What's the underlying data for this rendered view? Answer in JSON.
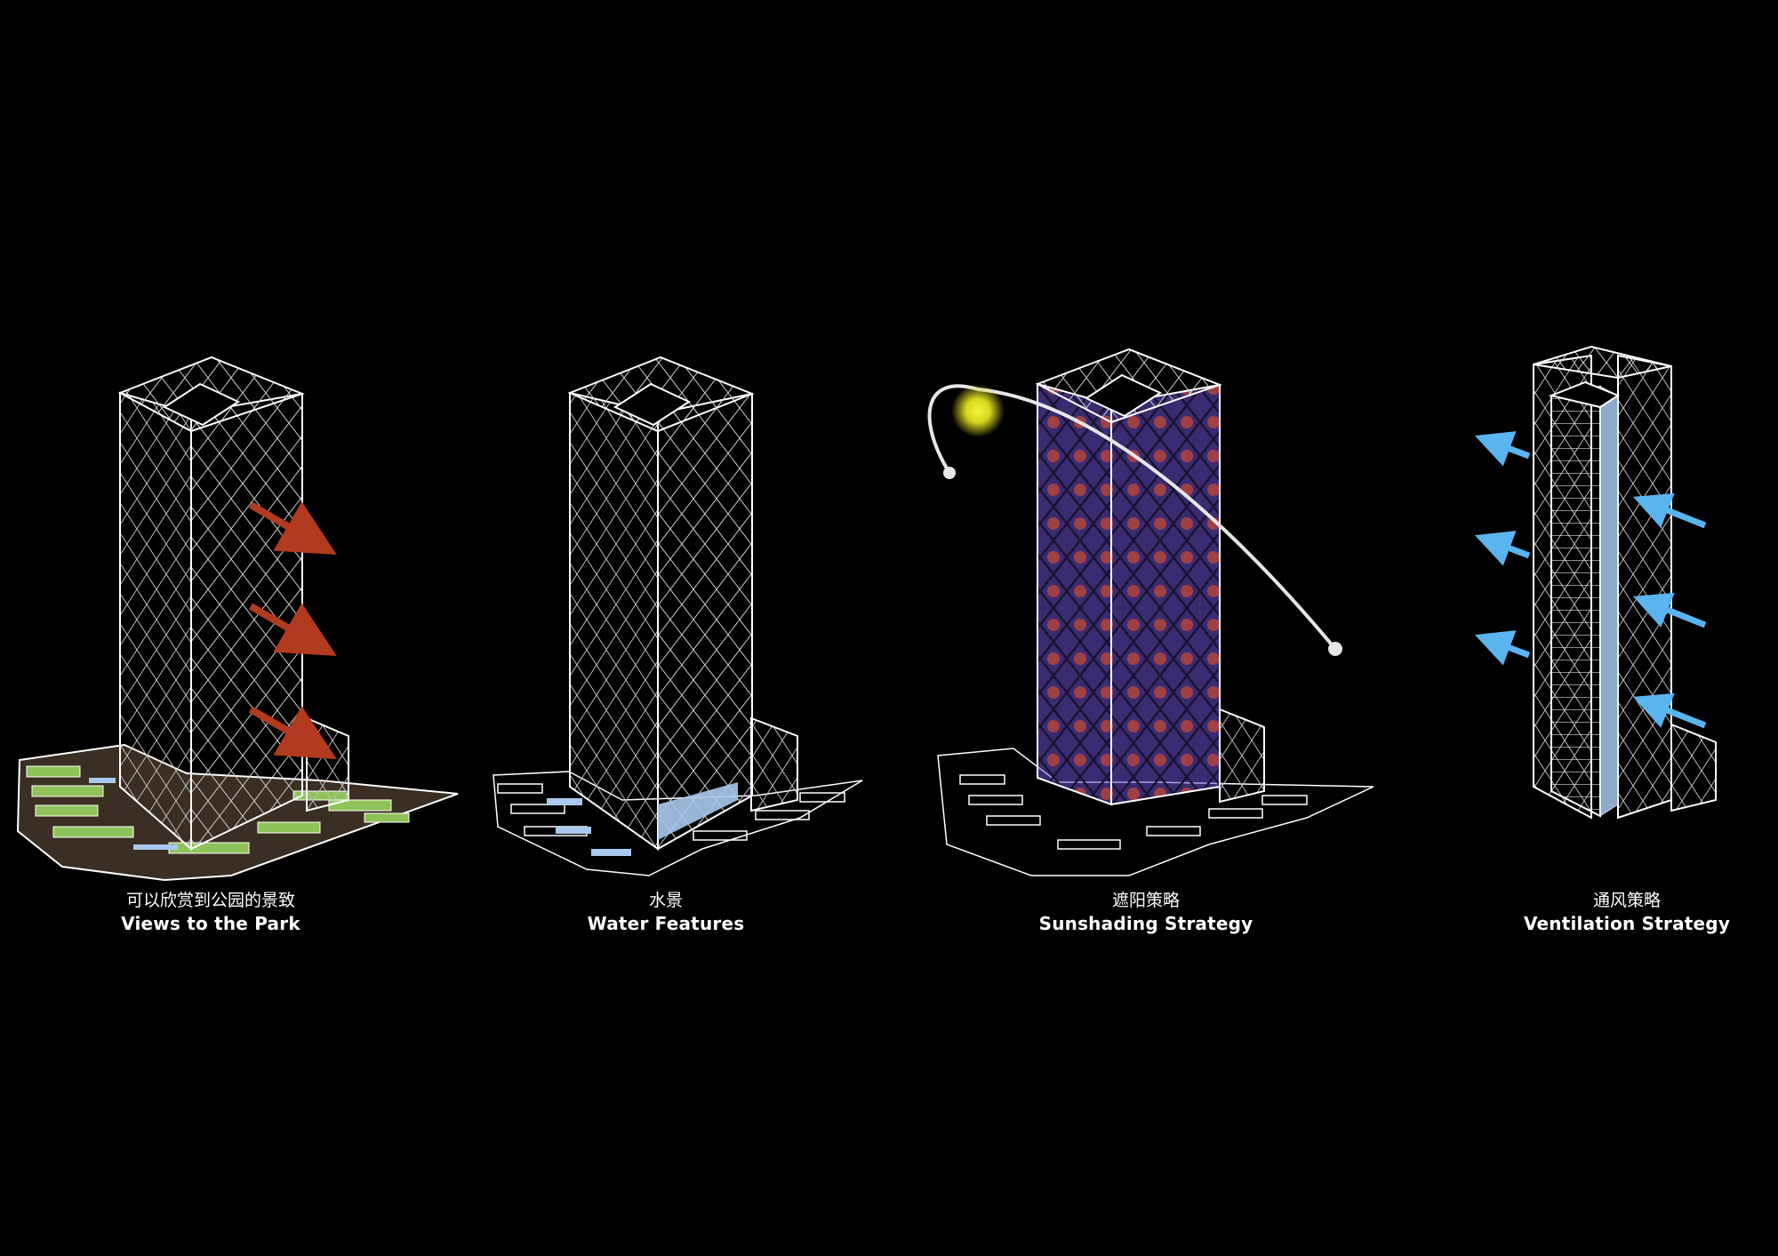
{
  "panels": [
    {
      "caption_zh": "可以欣赏到公园的景致",
      "caption_en": "Views to the Park"
    },
    {
      "caption_zh": "水景",
      "caption_en": "Water Features"
    },
    {
      "caption_zh": "遮阳策略",
      "caption_en": "Sunshading Strategy"
    },
    {
      "caption_zh": "通风策略",
      "caption_en": "Ventilation Strategy"
    }
  ],
  "colors": {
    "background": "#000000",
    "linework": "#ffffff",
    "view_arrow": "#b23a1e",
    "park_green": "#8fc35a",
    "ground_brown": "#3b2e22",
    "water_blue": "#a9c9ee",
    "sun_yellow": "#e8e82a",
    "shading_purple": "#6a4fd0",
    "shading_red": "#b0443c",
    "wind_blue": "#5ab4f0"
  },
  "icons": {
    "view_arrows": "arrow-right-down-icon",
    "sun": "sun-icon",
    "wind_in": "arrow-left-up-icon",
    "wind_out": "arrow-left-up-icon"
  }
}
